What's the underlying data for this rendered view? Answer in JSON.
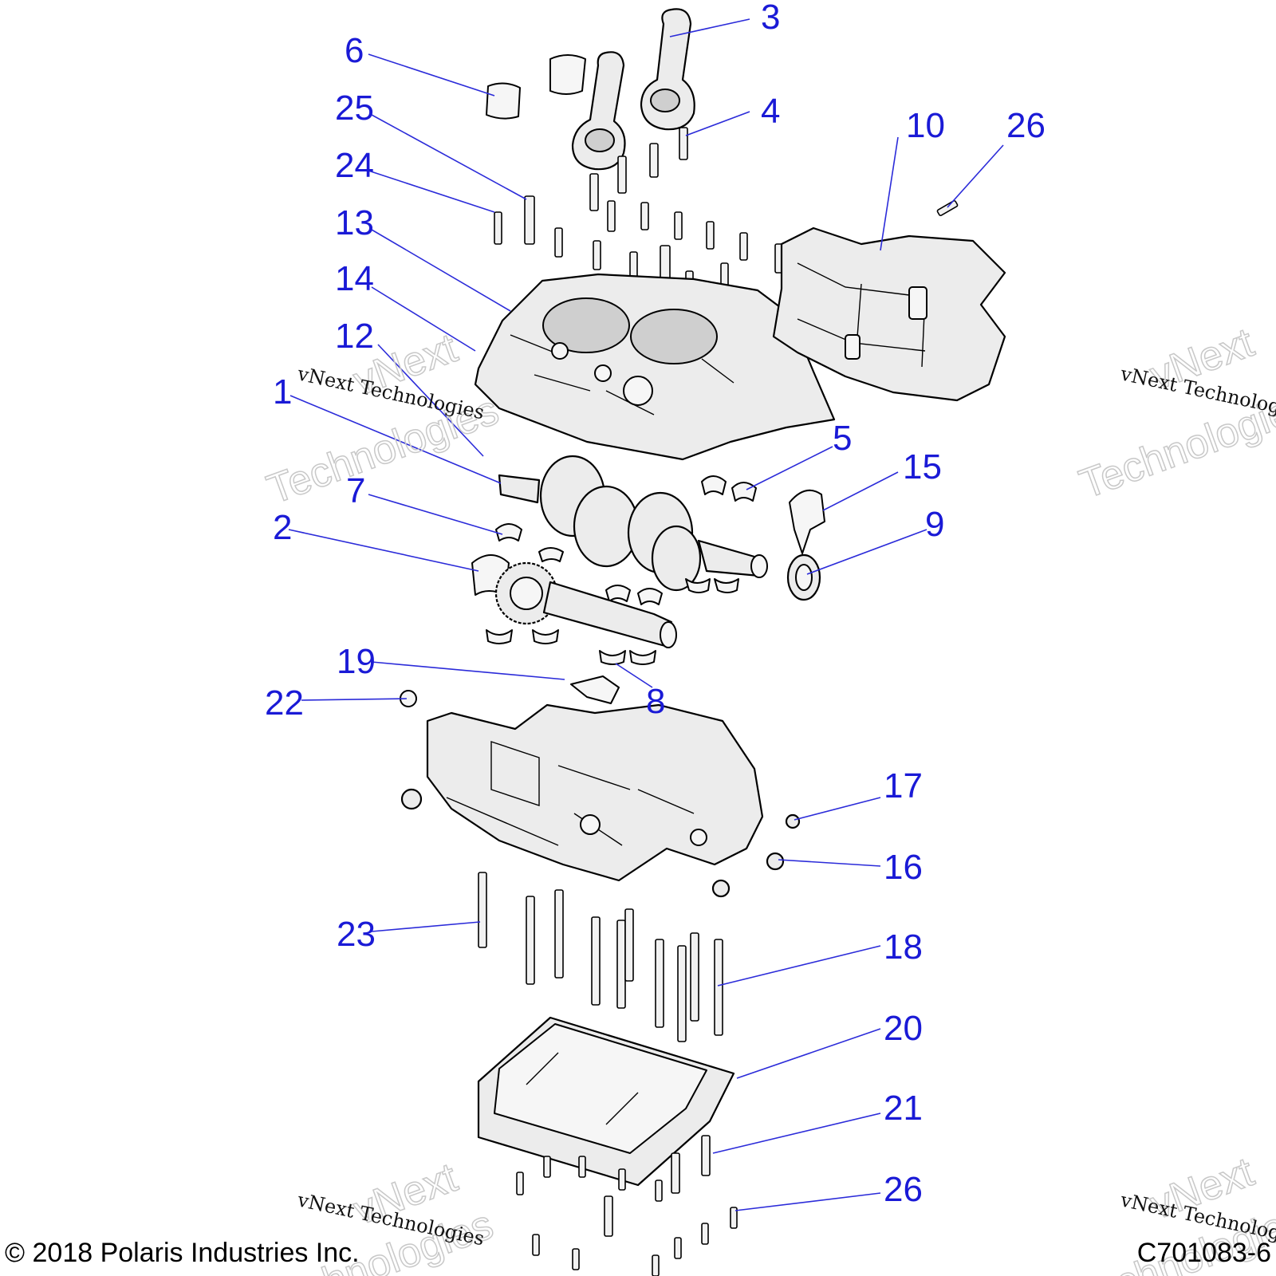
{
  "callouts": [
    {
      "id": "1",
      "text": "1"
    },
    {
      "id": "2",
      "text": "2"
    },
    {
      "id": "3",
      "text": "3"
    },
    {
      "id": "4",
      "text": "4"
    },
    {
      "id": "5",
      "text": "5"
    },
    {
      "id": "6",
      "text": "6"
    },
    {
      "id": "7",
      "text": "7"
    },
    {
      "id": "8",
      "text": "8"
    },
    {
      "id": "9",
      "text": "9"
    },
    {
      "id": "10",
      "text": "10"
    },
    {
      "id": "12",
      "text": "12"
    },
    {
      "id": "13",
      "text": "13"
    },
    {
      "id": "14",
      "text": "14"
    },
    {
      "id": "15",
      "text": "15"
    },
    {
      "id": "16",
      "text": "16"
    },
    {
      "id": "17",
      "text": "17"
    },
    {
      "id": "18",
      "text": "18"
    },
    {
      "id": "19",
      "text": "19"
    },
    {
      "id": "20",
      "text": "20"
    },
    {
      "id": "21",
      "text": "21"
    },
    {
      "id": "22",
      "text": "22"
    },
    {
      "id": "23",
      "text": "23"
    },
    {
      "id": "24",
      "text": "24"
    },
    {
      "id": "25",
      "text": "25"
    },
    {
      "id": "26a",
      "text": "26"
    },
    {
      "id": "26b",
      "text": "26"
    }
  ],
  "watermark": {
    "script_text": "vNext Technologies",
    "outline_line1": "vNext",
    "outline_line2": "Technologies"
  },
  "footer": {
    "copyright": "© 2018 Polaris Industries Inc.",
    "figure_code": "C701083-6"
  },
  "colors": {
    "callout": "#1a1ad6",
    "leader": "#2b2bd9",
    "part_fill": "#ececec"
  }
}
